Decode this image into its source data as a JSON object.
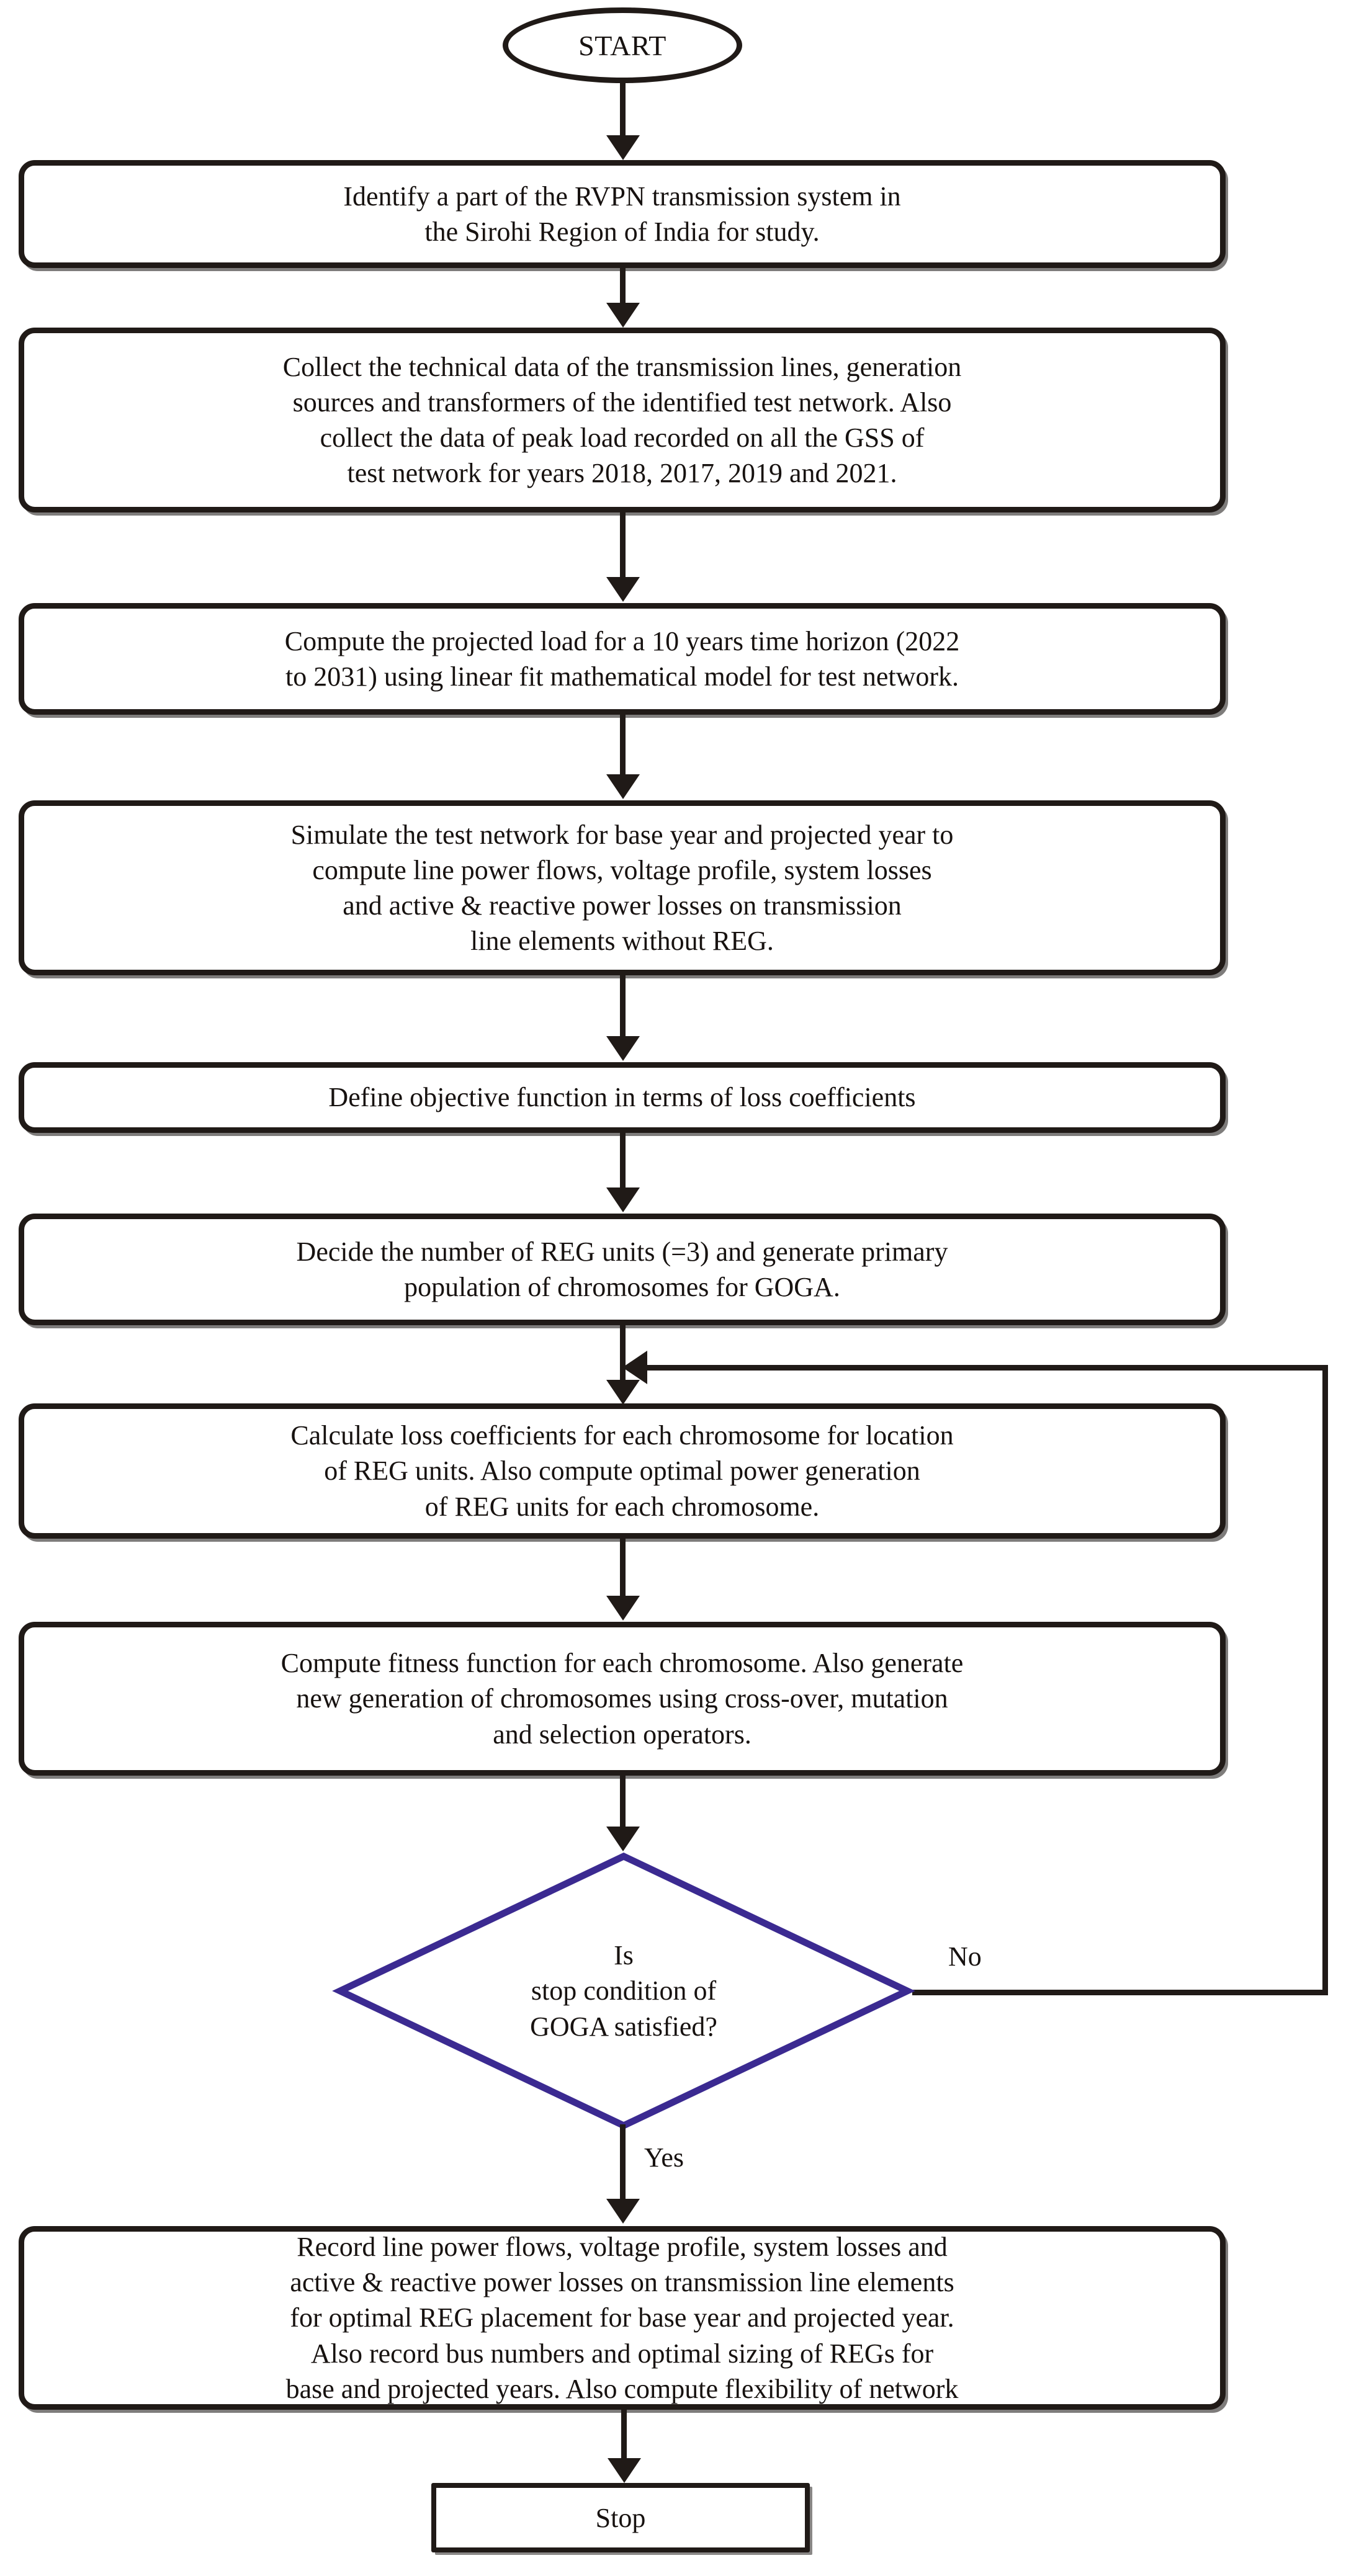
{
  "diagram": {
    "type": "flowchart",
    "title": "GOGA based optimal REG placement methodology",
    "colors": {
      "node_stroke": "#201a17",
      "decision_stroke": "#3b2a91",
      "edge": "#201a17",
      "text": "#171210",
      "background": "#ffffff"
    },
    "nodes": {
      "start": {
        "shape": "oval",
        "label": "START"
      },
      "step1": {
        "shape": "rounded-rect",
        "lines": [
          "Identify a part of the RVPN transmission system in",
          "the Sirohi Region of India for study."
        ]
      },
      "step2": {
        "shape": "rounded-rect",
        "lines": [
          "Collect the technical data of the transmission lines, generation",
          "sources and transformers of the identified test network. Also",
          "collect the data of peak load recorded on all the GSS of",
          "test network for years 2018, 2017, 2019 and 2021."
        ]
      },
      "step3": {
        "shape": "rounded-rect",
        "lines": [
          "Compute the projected load for a 10 years time horizon (2022",
          "to 2031) using linear fit mathematical model for test network."
        ]
      },
      "step4": {
        "shape": "rounded-rect",
        "lines": [
          "Simulate the test network for base year and projected year to",
          "compute line power flows, voltage profile, system losses",
          "and active & reactive power losses on transmission",
          "line elements without REG."
        ]
      },
      "step5": {
        "shape": "rounded-rect",
        "lines": [
          "Define objective function in terms of loss coefficients"
        ]
      },
      "step6": {
        "shape": "rounded-rect",
        "lines": [
          "Decide the number of REG units (=3) and generate primary",
          "population of chromosomes for GOGA."
        ]
      },
      "step7": {
        "shape": "rounded-rect",
        "lines": [
          "Calculate loss coefficients for each chromosome for location",
          "of REG units. Also compute optimal power generation",
          "of REG units for each chromosome."
        ]
      },
      "step8": {
        "shape": "rounded-rect",
        "lines": [
          "Compute fitness function for each chromosome. Also generate",
          "new generation of chromosomes using cross-over, mutation",
          "and selection operators."
        ]
      },
      "decision": {
        "shape": "diamond",
        "lines": [
          "Is",
          "stop condition of",
          "GOGA satisfied?"
        ]
      },
      "step9": {
        "shape": "rounded-rect",
        "lines": [
          "Record line power flows, voltage profile, system losses and",
          "active & reactive power losses on transmission line elements",
          "for optimal REG placement for base year and projected year.",
          "Also record bus numbers and optimal sizing of REGs for",
          "base and projected years. Also compute flexibility of network"
        ]
      },
      "stop": {
        "shape": "rect",
        "label": "Stop"
      }
    },
    "branch_labels": {
      "no": "No",
      "yes": "Yes"
    }
  }
}
